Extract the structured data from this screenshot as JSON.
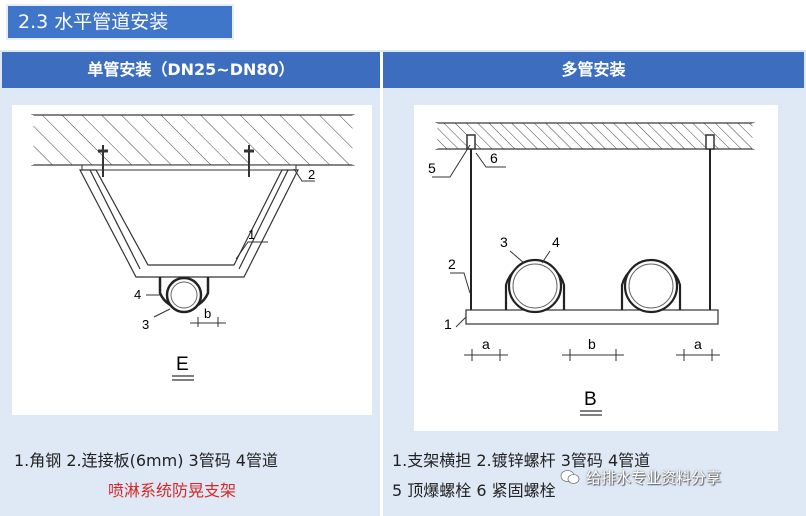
{
  "section": {
    "title": "2.3 水平管道安装"
  },
  "columns": {
    "left_header": "单管安装（DN25~DN80）",
    "right_header": "多管安装"
  },
  "left_diagram": {
    "view_letter": "E",
    "callouts": {
      "n1": "1",
      "n2": "2",
      "n3": "3",
      "n4": "4",
      "dim_b": "b"
    }
  },
  "right_diagram": {
    "view_letter": "B",
    "callouts": {
      "n1": "1",
      "n2": "2",
      "n3": "3",
      "n4": "4",
      "n5": "5",
      "n6": "6",
      "dim_a_left": "a",
      "dim_b": "b",
      "dim_a_right": "a"
    }
  },
  "captions": {
    "left_line1": "1.角钢    2.连接板(6mm)  3管码  4管道",
    "left_line2": "喷淋系统防晃支架",
    "right_line1": "1.支架横担    2.镀锌螺杆  3管码  4管道",
    "right_line2": "5 顶爆螺栓     6 紧固螺栓"
  },
  "watermark": {
    "text": "给排水专业资料分享",
    "icon": "wechat-icon"
  },
  "colors": {
    "header_blue": "#3c6dbf",
    "tag_blue": "#3f76c9",
    "panel": "#dfe8f5",
    "caption_red": "#d62a2a"
  }
}
